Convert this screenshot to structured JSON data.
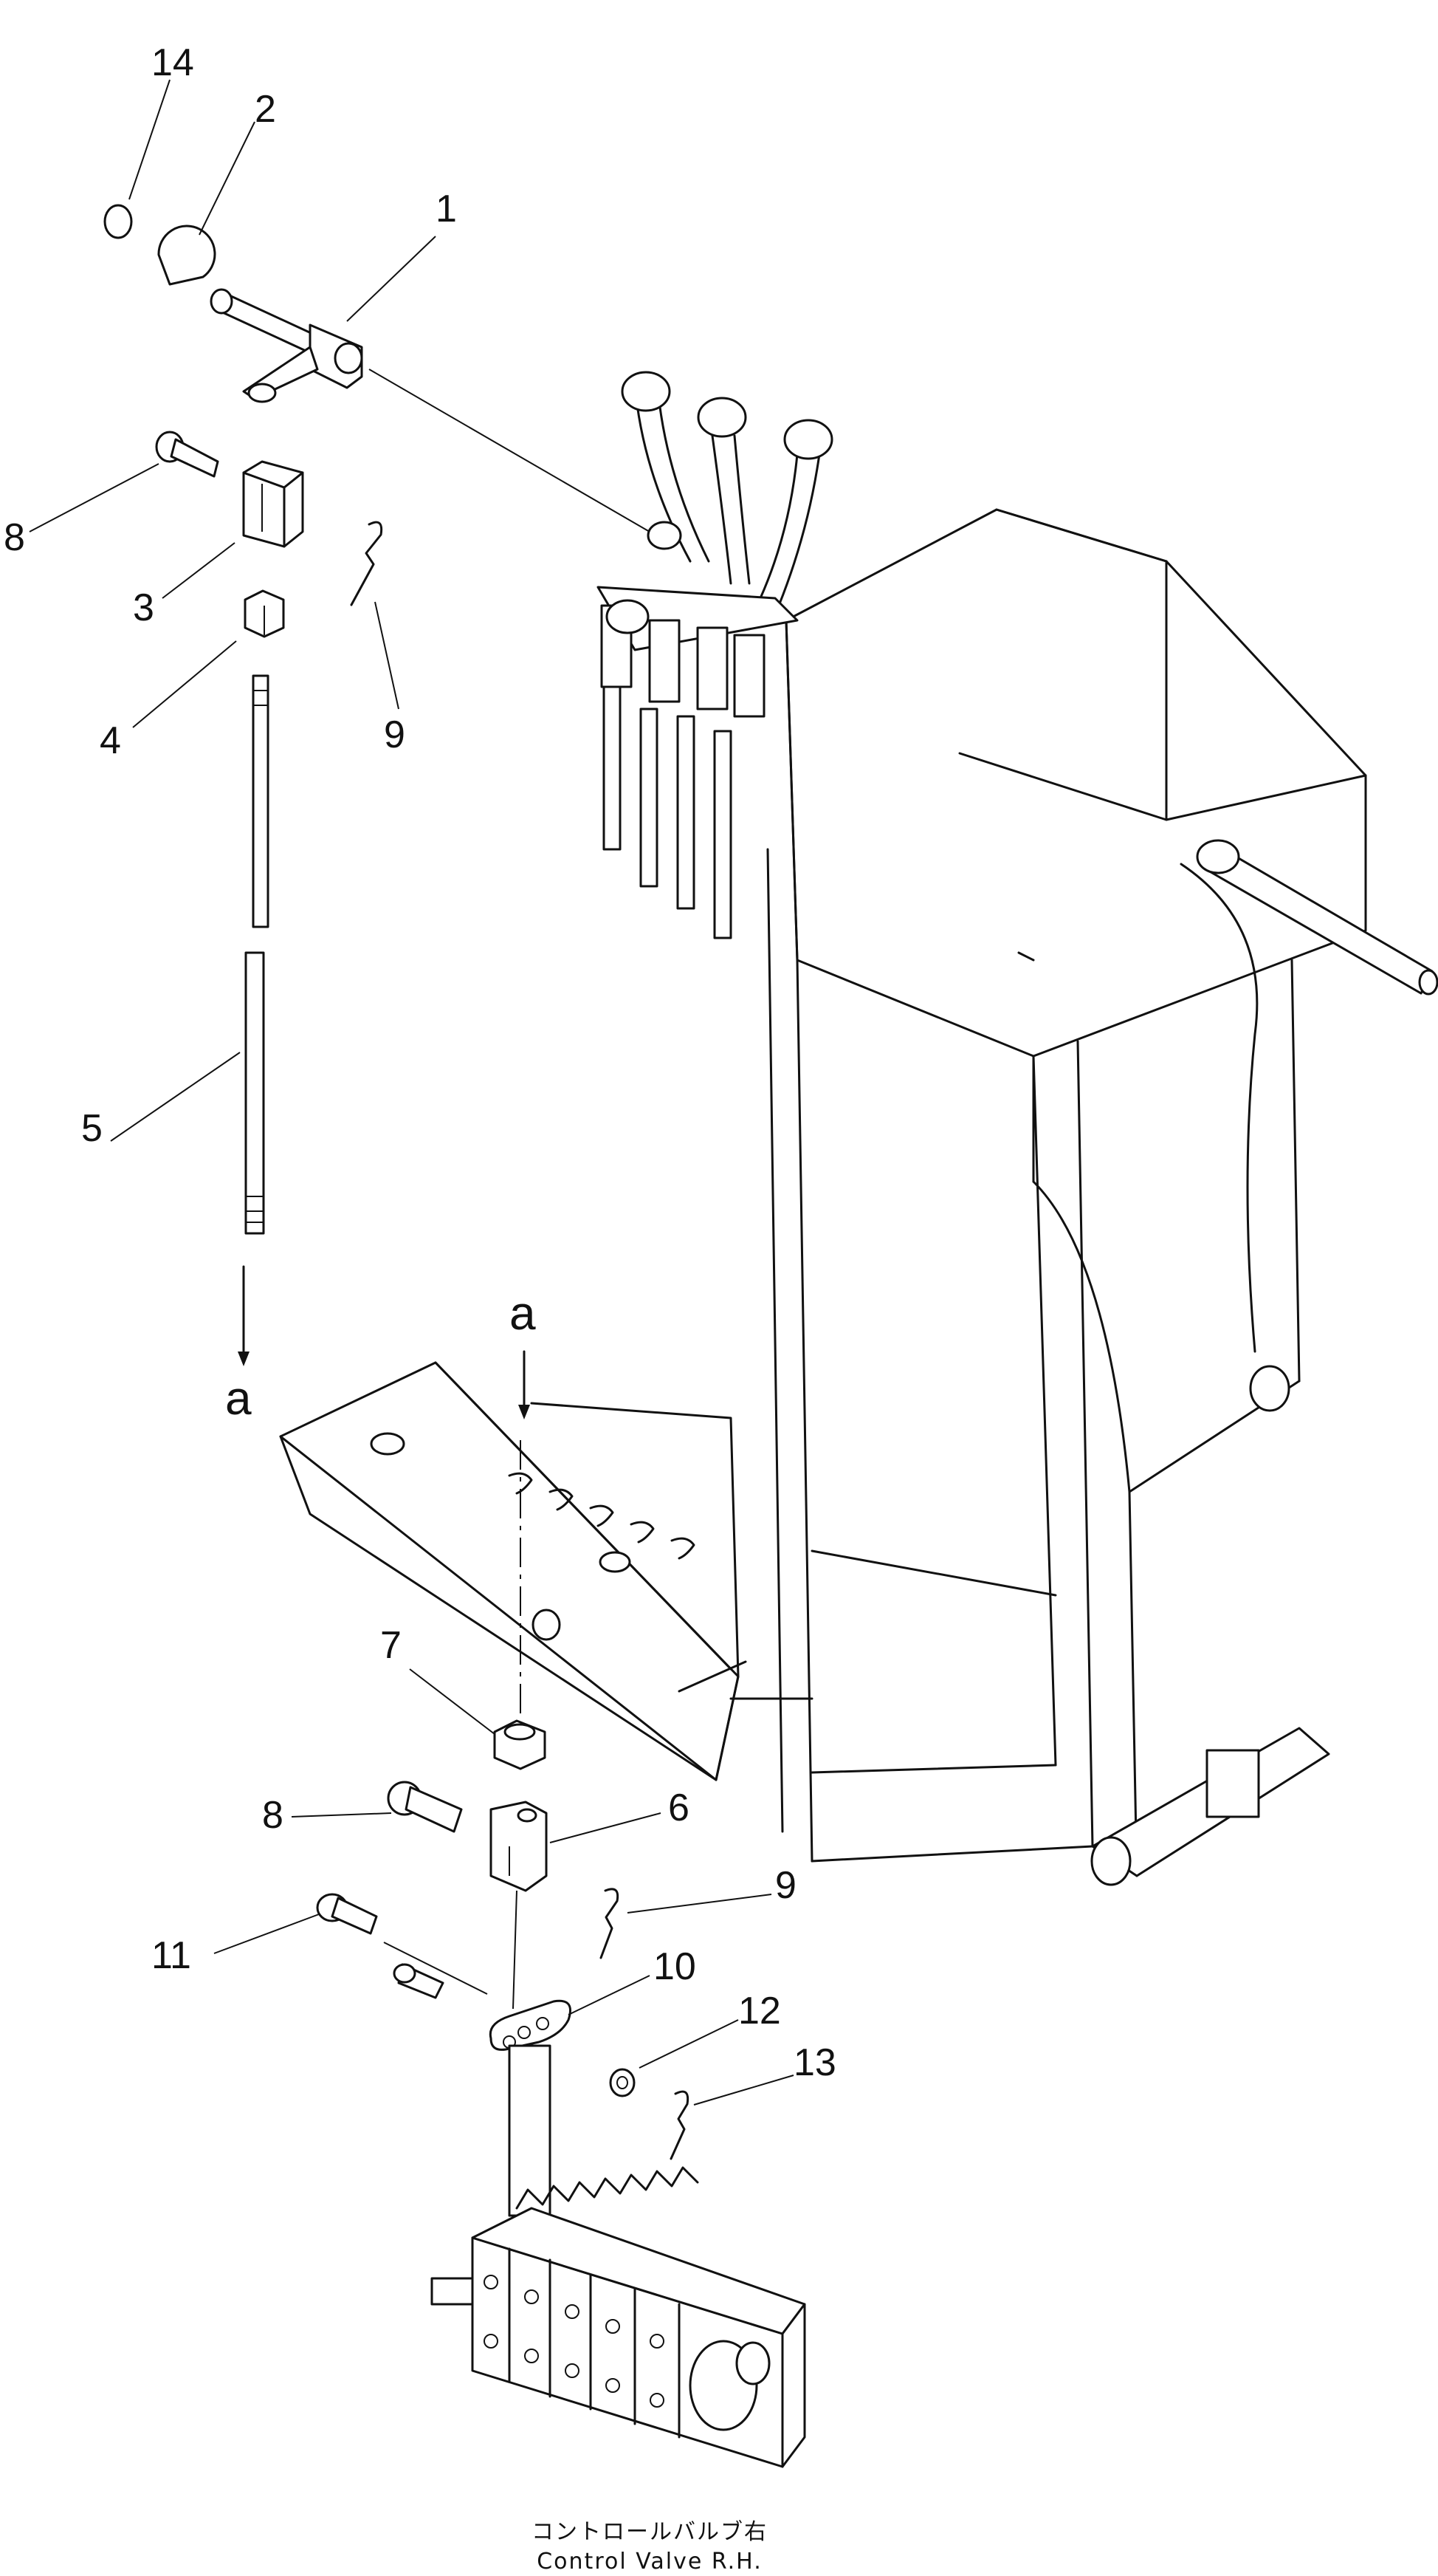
{
  "callouts": [
    {
      "id": "callout-14",
      "text": "14"
    },
    {
      "id": "callout-2",
      "text": "2"
    },
    {
      "id": "callout-1",
      "text": "1"
    },
    {
      "id": "callout-8-top",
      "text": "8"
    },
    {
      "id": "callout-3",
      "text": "3"
    },
    {
      "id": "callout-4",
      "text": "4"
    },
    {
      "id": "callout-9-top",
      "text": "9"
    },
    {
      "id": "callout-5",
      "text": "5"
    },
    {
      "id": "callout-7",
      "text": "7"
    },
    {
      "id": "callout-8-bottom",
      "text": "8"
    },
    {
      "id": "callout-6",
      "text": "6"
    },
    {
      "id": "callout-9-bottom",
      "text": "9"
    },
    {
      "id": "callout-11",
      "text": "11"
    },
    {
      "id": "callout-10",
      "text": "10"
    },
    {
      "id": "callout-12",
      "text": "12"
    },
    {
      "id": "callout-13",
      "text": "13"
    }
  ],
  "reference_marks": {
    "rod_end": "a",
    "floor_point": "a"
  },
  "caption": {
    "japanese": "コントロールバルブ右",
    "english": "Control Valve R.H."
  }
}
